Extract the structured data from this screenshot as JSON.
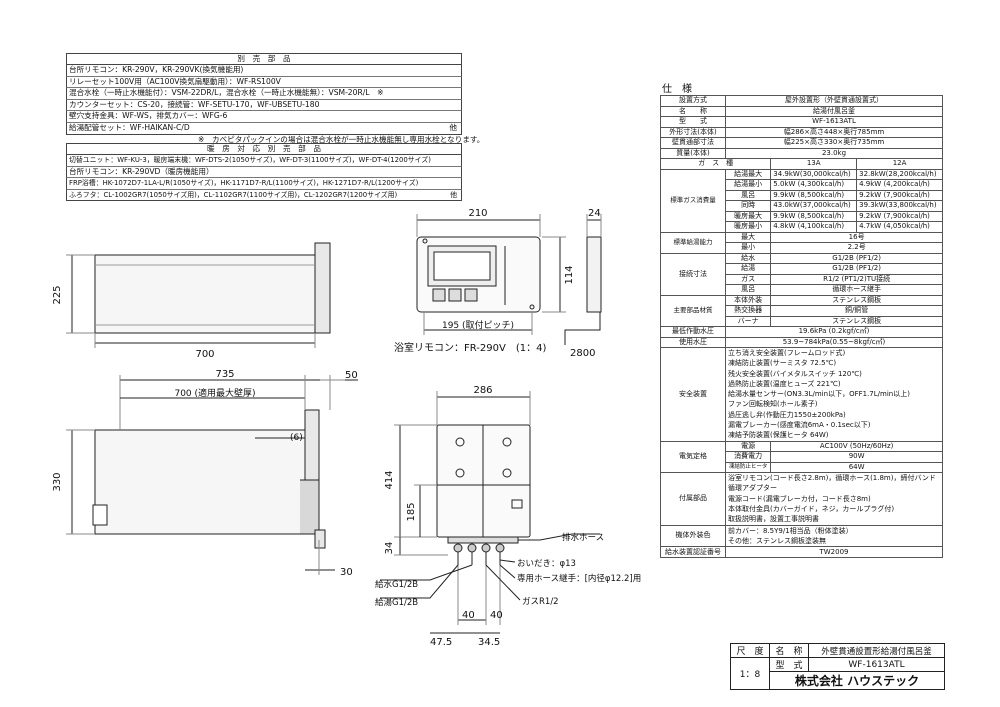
{
  "optional_parts": {
    "title": "別　売　部　品",
    "rows": [
      "台所リモコン：KR-290V，KR-290VK(換気機能用)",
      "リレーセット100V用（AC100V換気扇駆動用）：WF-RS100V",
      "混合水栓（一時止水機能付）：VSM-22DR/L，混合水栓（一時止水機能無）：VSM-20R/L　※",
      "カウンターセット：CS-20，接続管：WF-SETU-170，WF-UBSETU-180",
      "壁穴支持金具：WF-WS，排気カバー：WFG-6",
      "給湯配管セット：WF-HAIKAN-C/D"
    ],
    "last_row_suffix": "他",
    "note": "※　カベピタパックインの場合は混合水栓が一時止水機能無し専用水栓となります。"
  },
  "heating_parts": {
    "title": "暖　房　対　応　別　売　部　品",
    "rows": [
      "切替ユニット：WF-KU-3，暖房端末機：WF-DTS-2(1050サイズ)，WF-DT-3(1100サイズ)，WF-DT-4(1200サイズ)",
      "台所リモコン：KR-290VD（暖房機能用）",
      "FRP浴槽：HK-1072D7-1LA-L/R(1050サイズ)，HK-1171D7-R/L(1100サイズ)，HK-1271D7-R/L(1200サイズ)",
      "ふろフタ：CL-1002GR7(1050サイズ用)，CL-1102GR7(1100サイズ用)，CL-1202GR7(1200サイズ用)"
    ],
    "last_row_suffix": "他"
  },
  "dimensions": {
    "top_view": {
      "height": "225",
      "length": "700"
    },
    "front_view": {
      "total": "735",
      "wall_max": "700 (適用最大壁厚)",
      "gap": "(6)",
      "flange": "50",
      "height": "330",
      "bottom": "30"
    },
    "remote": {
      "width": "210",
      "depth": "24",
      "height": "114",
      "pitch": "195 (取付ピッチ)",
      "cable": "2800",
      "caption": "浴室リモコン：FR-290V　(1：4)"
    },
    "side_view": {
      "width": "286",
      "height": "414",
      "mid": "185",
      "bottom": "34",
      "pipe1": "40",
      "pipe2": "40",
      "off1": "47.5",
      "off2": "34.5"
    },
    "callouts": {
      "drain_hose": "排水ホース",
      "drain_dia": "おいだき：φ13",
      "hose_fitting": "専用ホース継手：[内径φ12.2]用",
      "gas": "ガスR1/2",
      "supply": "給水G1/2B",
      "hot": "給湯G1/2B"
    }
  },
  "spec": {
    "title": "仕　様",
    "rows": [
      [
        "設置方式",
        "屋外設置形（外壁貫通設置式）"
      ],
      [
        "名　　称",
        "給湯付風呂釜"
      ],
      [
        "型　　式",
        "WF-1613ATL"
      ],
      [
        "外形寸法(本体)",
        "幅286×高さ448×奥行785mm"
      ],
      [
        "壁貫通部寸法",
        "幅225×高さ330×奥行735mm"
      ],
      [
        "質量(本体)",
        "23.0kg"
      ]
    ],
    "gas_header": [
      "ガ　ス　種",
      "13A",
      "12A"
    ],
    "consumption_label": "標準ガス消費量",
    "consumption": [
      [
        "給湯",
        "最大",
        "34.9kW(30,000kcal/h)",
        "32.8kW(28,200kcal/h)"
      ],
      [
        "給湯",
        "最小",
        "5.0kW (4,300kcal/h)",
        "4.9kW (4,200kcal/h)"
      ],
      [
        "",
        "風呂",
        "9.9kW (8,500kcal/h)",
        "9.2kW (7,900kcal/h)"
      ],
      [
        "",
        "同時",
        "43.0kW(37,000kcal/h)",
        "39.3kW(33,800kcal/h)"
      ],
      [
        "暖房",
        "最大",
        "9.9kW (8,500kcal/h)",
        "9.2kW (7,900kcal/h)"
      ],
      [
        "暖房",
        "最小",
        "4.8kW (4,100kcal/h)",
        "4.7kW (4,050kcal/h)"
      ]
    ],
    "capacity_label": "標準給湯能力",
    "capacity": [
      [
        "最大",
        "16号"
      ],
      [
        "最小",
        "2.2号"
      ]
    ],
    "connection_label": "接続寸法",
    "connection": [
      [
        "給水",
        "G1/2B (PF1/2)"
      ],
      [
        "給湯",
        "G1/2B (PF1/2)"
      ],
      [
        "ガス",
        "R1/2 (PT1/2)TU接続"
      ],
      [
        "風呂",
        "循環ホース継手"
      ]
    ],
    "material_label": "主要部品材質",
    "material": [
      [
        "本体外装",
        "ステンレス鋼板"
      ],
      [
        "熱交換器",
        "銅/銅管"
      ],
      [
        "バーナ",
        "ステンレス鋼板"
      ]
    ],
    "min_pressure": [
      "最低作動水圧",
      "19.6kPa (0.2kgf/c㎡)"
    ],
    "use_pressure": [
      "使用水圧",
      "53.9~784kPa(0.55~8kgf/c㎡)"
    ],
    "safety_label": "安全装置",
    "safety": [
      "立ち消え安全装置(フレームロッド式)",
      "凍結防止装置(サーミスタ 72.5℃)",
      "残火安全装置(バイメタルスイッチ 120℃)",
      "過熱防止装置(温度ヒューズ 221℃)",
      "給湯水量センサー(ON3.3L/min以下，OFF1.7L/min以上)",
      "ファン回転検知(ホール素子)",
      "過圧逃し弁(作動圧力1550±200kPa)",
      "漏電ブレーカー(感度電流6mA・0.1sec以下)",
      "凍結予防装置(保護ヒータ 64W)"
    ],
    "electric_label": "電気定格",
    "electric": [
      [
        "電源",
        "AC100V (50Hz/60Hz)"
      ],
      [
        "消費電力",
        "90W"
      ],
      [
        "凍結防止ヒータ",
        "64W"
      ]
    ],
    "accessories_label": "付属部品",
    "accessories": [
      "浴室リモコン(コード長さ2.8m)，循環ホース(1.8m)，締付バンド",
      "循環アダプター",
      "電源コード(漏電ブレーカ付，コード長さ8m)",
      "本体取付金具(カバーガイド，ネジ，カールプラグ付)",
      "取扱説明書，設置工事説明書"
    ],
    "color_label": "機体外装色",
    "color": [
      "前カバー：8.5Y9/1相当品（粉体塗装）",
      "その他：ステンレス鋼板塗装無"
    ],
    "approval": [
      "給水装置認証番号",
      "TW2009"
    ]
  },
  "title_block": {
    "scale_label": "尺　度",
    "scale": "1：8",
    "name_label": "名　称",
    "name": "外壁貫通設置形給湯付風呂釜",
    "model_label": "型　式",
    "model": "WF-1613ATL",
    "company": "株式会社 ハウステック"
  }
}
